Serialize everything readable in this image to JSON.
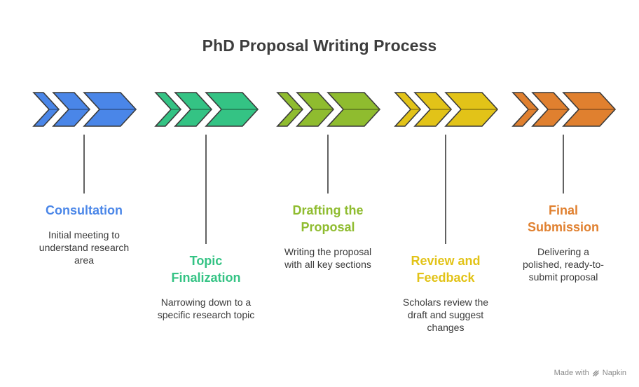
{
  "title": "PhD Proposal Writing Process",
  "steps": [
    {
      "title": "Consultation",
      "description": "Initial meeting to understand research area",
      "color": "#4a86e8"
    },
    {
      "title": "Topic Finalization",
      "description": "Narrowing down to a specific research topic",
      "color": "#34c384"
    },
    {
      "title": "Drafting the Proposal",
      "description": "Writing the proposal with all key sections",
      "color": "#8fbc2f"
    },
    {
      "title": "Review and Feedback",
      "description": "Scholars review the draft and suggest changes",
      "color": "#e2c318"
    },
    {
      "title": "Final Submission",
      "description": "Delivering a polished, ready-to-submit proposal",
      "color": "#e0802f"
    }
  ],
  "footer": {
    "made_with": "Made with",
    "brand": "Napkin",
    "brand_icon": "napkin-logo-icon"
  }
}
